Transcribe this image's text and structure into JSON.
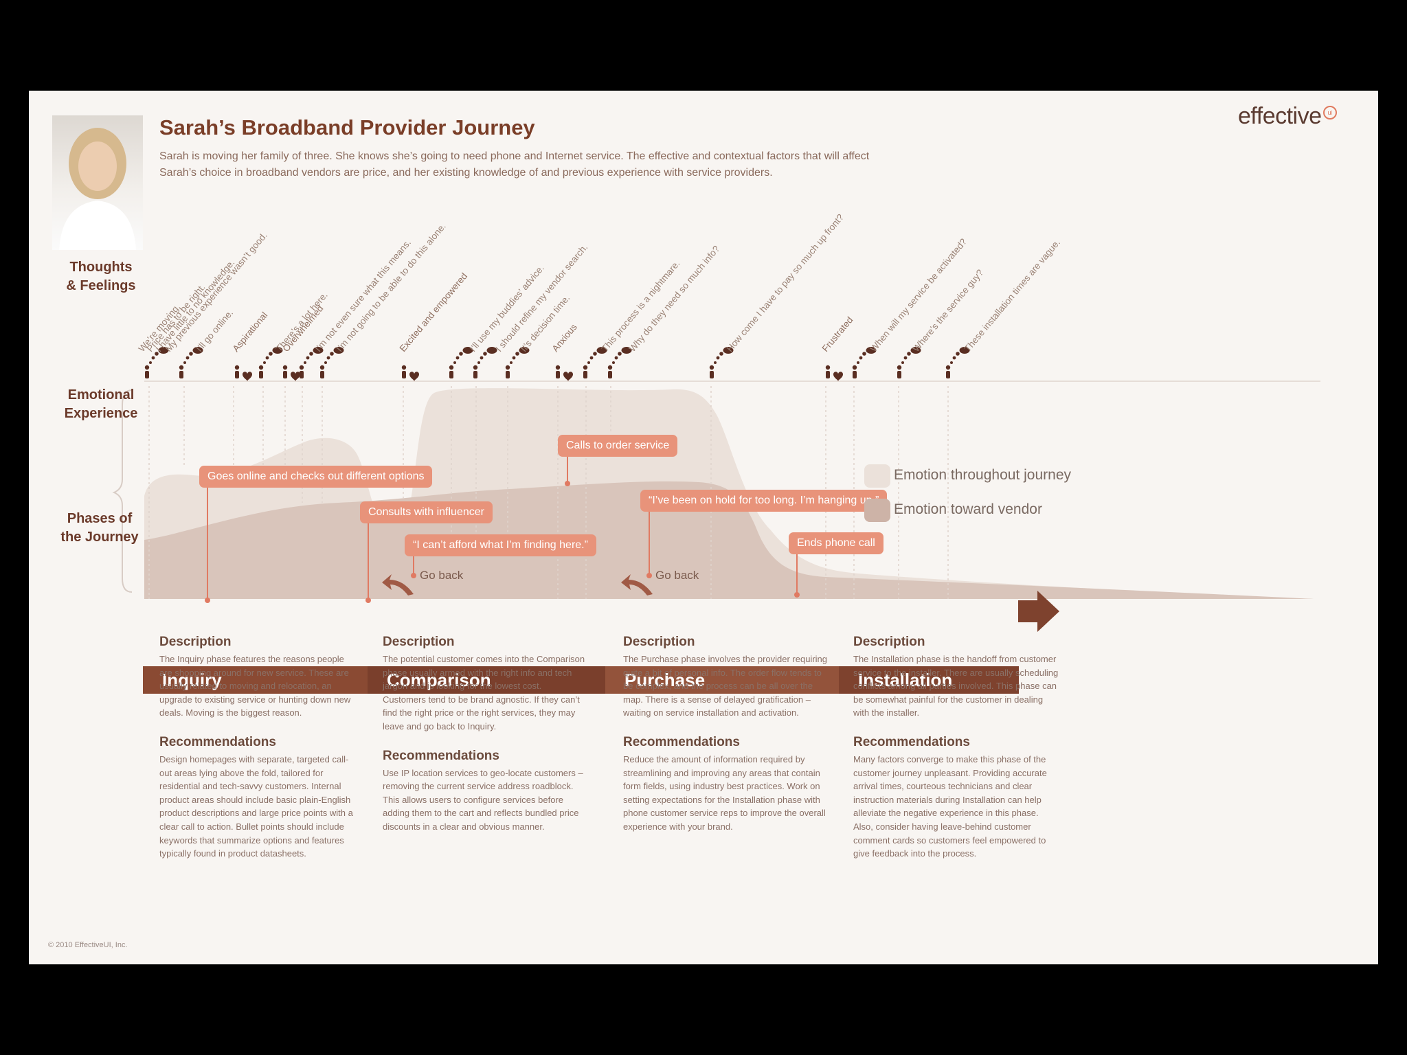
{
  "title": "Sarah’s Broadband Provider Journey",
  "intro": "Sarah is moving her family of three. She knows she’s going to need phone and Internet service. The effective and contextual factors that will affect Sarah’s choice in broadband vendors are price, and her existing knowledge of and previous experience with service providers.",
  "logo": "effective",
  "logo_badge": "ui",
  "row_labels": {
    "thoughts": [
      "Thoughts",
      "& Feelings"
    ],
    "emotional": [
      "Emotional",
      "Experience"
    ],
    "phases": [
      "Phases of",
      "the Journey"
    ]
  },
  "thoughts": [
    "We’re moving.",
    "Price has to be right.",
    "I have little to no knowledge.",
    "My previous experience wasn’t good.",
    "I’ll go online.",
    "Aspirational",
    "There’s a lot here.",
    "Overwhelmed",
    "I’m not even sure what this means.",
    "I’m not going to be able to do this alone.",
    "Excited and empowered",
    "I’ll use my buddies’ advice.",
    "I should refine my vendor search.",
    "It’s decision time.",
    "Anxious",
    "This process is a nightmare.",
    "Why do they need so much info?",
    "How come I have to pay so much up front?",
    "Frustrated",
    "When will my service be activated?",
    "Where’s the service guy?",
    "These installation times are vague."
  ],
  "callouts": [
    "Goes online and checks out different options",
    "Consults with influencer",
    "“I can’t afford what I’m finding here.”",
    "Calls to order service",
    "“I’ve been on hold for too long. I’m hanging up.”",
    "Ends phone call"
  ],
  "go_back": "Go back",
  "legend": [
    {
      "label": "Emotion throughout journey",
      "color": "#ebe1da"
    },
    {
      "label": "Emotion toward vendor",
      "color": "#cdb3a7"
    }
  ],
  "phases": [
    {
      "name": "Inquiry",
      "color": "#8a4a33"
    },
    {
      "name": "Comparison",
      "color": "#7a3f2c"
    },
    {
      "name": "Purchase",
      "color": "#93533b"
    },
    {
      "name": "Installation",
      "color": "#7e422e"
    }
  ],
  "sections": [
    {
      "description_heading": "Description",
      "description": "The Inquiry phase features the reasons people are shopping around for new service. These are usually related to moving and relocation, an upgrade to existing service or hunting down new deals. Moving is the biggest reason.",
      "recommendations_heading": "Recommendations",
      "recommendations": "Design homepages with separate, targeted call-out areas lying above the fold, tailored for residential and tech-savvy customers. Internal product areas should include basic plain-English product descriptions and large price points with a clear call to action. Bullet points should include keywords that summarize options and features typically found in product datasheets."
    },
    {
      "description_heading": "Description",
      "description": "The potential customer comes into the Comparison phase usually armed with the right info and tech jargon and is looking for the lowest cost. Customers tend to be brand agnostic. If they can’t find the right price or the right services, they may leave and go back to Inquiry.",
      "recommendations_heading": "Recommendations",
      "recommendations": "Use IP location services to geo-locate customers – removing the current service address roadblock. This allows users to configure services before adding them to the cart and reflects bundled price discounts in a clear and obvious manner."
    },
    {
      "description_heading": "Description",
      "description": "The Purchase phase involves the provider requiring quite a bit of personal info. The order flow tends to be complex, and the process can be all over the map. There is a sense of delayed gratification – waiting on service installation and activation.",
      "recommendations_heading": "Recommendations",
      "recommendations": "Reduce the amount of information required by streamlining and improving any areas that contain form fields, using industry best practices. Work on setting expectations for the Installation phase with phone customer service reps to improve the overall experience with your brand."
    },
    {
      "description_heading": "Description",
      "description": "The Installation phase is the handoff from customer service to the installer. There are usually scheduling conflicts among all parties involved. This phase can be somewhat painful for the customer in dealing with the installer.",
      "recommendations_heading": "Recommendations",
      "recommendations": "Many factors converge to make this phase of the customer journey unpleasant. Providing accurate arrival times, courteous technicians and clear instruction materials during Installation can help alleviate the negative experience in this phase. Also, consider having leave-behind customer comment cards so customers feel empowered to give feedback into the process."
    }
  ],
  "copyright": "© 2010 EffectiveUI, Inc."
}
